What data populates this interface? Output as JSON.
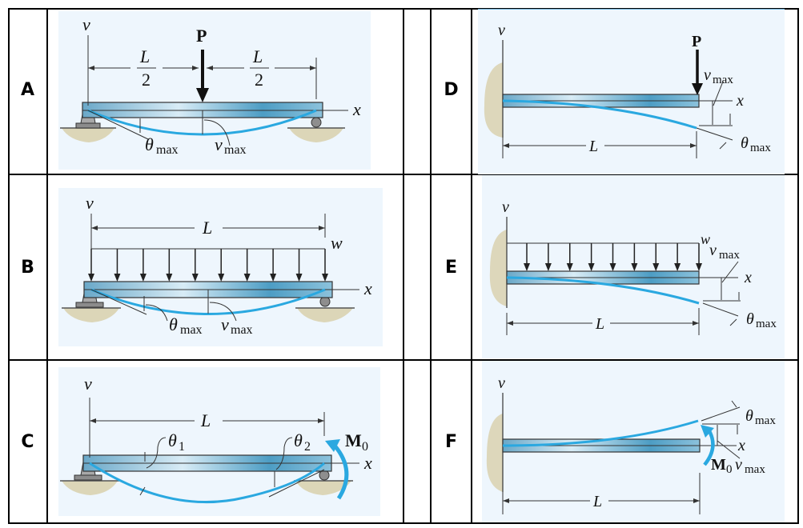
{
  "table": {
    "rows": 3,
    "columns": [
      "case-label",
      "diagram",
      "spacer",
      "case-label",
      "diagram"
    ]
  },
  "cases": {
    "A": {
      "label": "A",
      "description": "Simply supported beam with central point load",
      "support": "pin-roller",
      "load": "point load at midspan",
      "texts": {
        "v_axis": "v",
        "x_axis": "x",
        "load": "P",
        "L_num_left": "L",
        "L_den_left": "2",
        "L_num_right": "L",
        "L_den_right": "2",
        "theta": "θ",
        "theta_sub": "max",
        "vmax": "v",
        "vmax_sub": "max"
      }
    },
    "B": {
      "label": "B",
      "description": "Simply supported beam with uniform distributed load",
      "support": "pin-roller",
      "load": "uniform distributed load",
      "load_arrow_count": 10,
      "texts": {
        "v_axis": "v",
        "x_axis": "x",
        "length": "L",
        "load": "w",
        "theta": "θ",
        "theta_sub": "max",
        "vmax": "v",
        "vmax_sub": "max"
      }
    },
    "C": {
      "label": "C",
      "description": "Simply supported beam with end moment",
      "support": "pin-roller",
      "load": "couple moment at right end",
      "texts": {
        "v_axis": "v",
        "x_axis": "x",
        "length": "L",
        "theta1": "θ",
        "theta1_sub": "1",
        "theta2": "θ",
        "theta2_sub": "2",
        "moment": "M",
        "moment_sub": "0"
      }
    },
    "D": {
      "label": "D",
      "description": "Cantilever beam with end point load",
      "support": "fixed",
      "load": "point load at free end",
      "texts": {
        "v_axis": "v",
        "x_axis": "x",
        "length": "L",
        "load": "P",
        "vmax": "v",
        "vmax_sub": "max",
        "theta": "θ",
        "theta_sub": "max"
      }
    },
    "E": {
      "label": "E",
      "description": "Cantilever beam with uniform distributed load",
      "support": "fixed",
      "load": "uniform distributed load",
      "load_arrow_count": 9,
      "texts": {
        "v_axis": "v",
        "x_axis": "x",
        "length": "L",
        "load": "w",
        "vmax": "v",
        "vmax_sub": "max",
        "theta": "θ",
        "theta_sub": "max"
      }
    },
    "F": {
      "label": "F",
      "description": "Cantilever beam with end moment",
      "support": "fixed",
      "load": "couple moment at free end",
      "texts": {
        "v_axis": "v",
        "x_axis": "x",
        "length": "L",
        "moment": "M",
        "moment_sub": "0",
        "vmax": "v",
        "vmax_sub": "max",
        "theta": "θ",
        "theta_sub": "max"
      }
    }
  },
  "colors": {
    "figure_background": "#eef6fd",
    "beam_fill": "#7fb6d3",
    "beam_highlight": "#d8ecf6",
    "deflection_curve": "#2aa8e0",
    "ground": "#d9d3b4",
    "support_gray": "#9a9a9a",
    "grid_line": "#000000"
  }
}
